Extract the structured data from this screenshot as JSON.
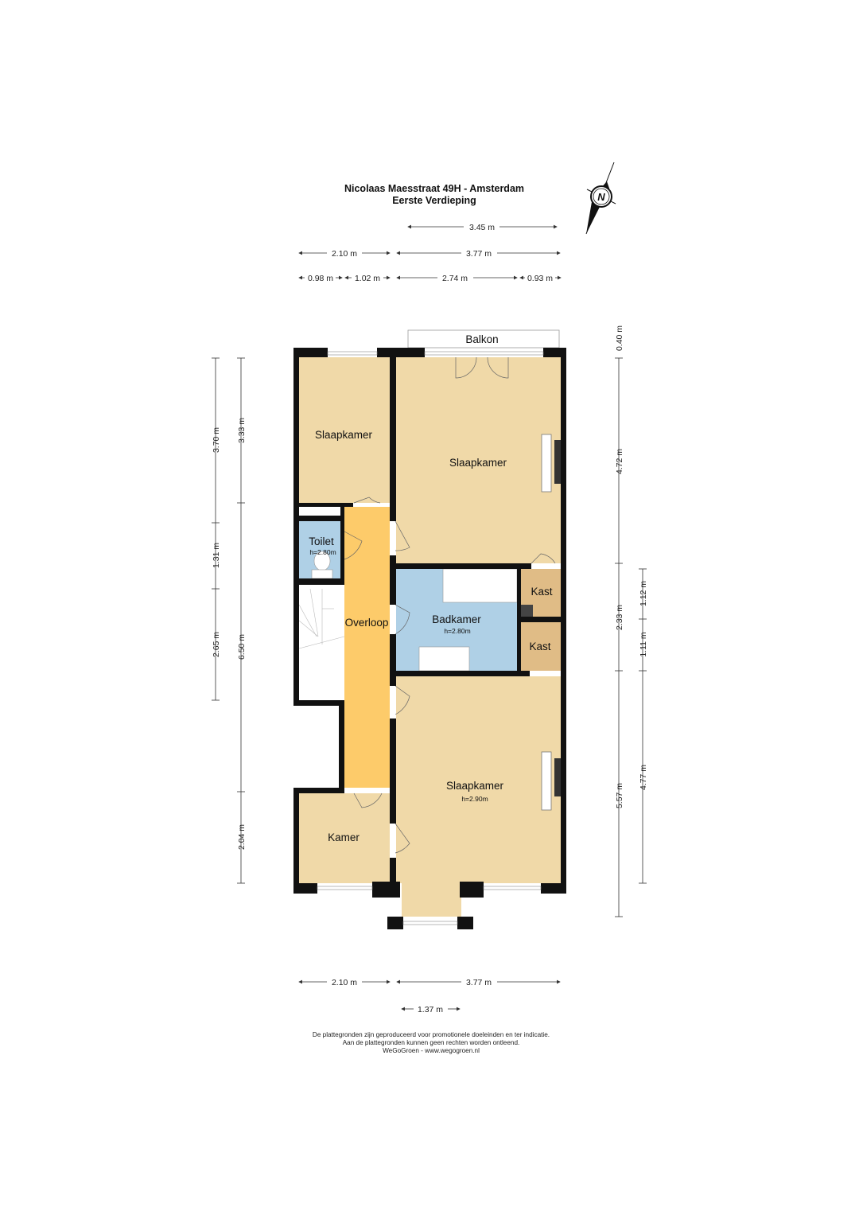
{
  "header": {
    "title": "Nicolaas Maesstraat 49H - Amsterdam",
    "subtitle": "Eerste Verdieping",
    "compass_letter": "N"
  },
  "dimensions": {
    "top": {
      "d1": "3.45 m",
      "d2a": "2.10 m",
      "d2b": "3.77 m",
      "d3a": "0.98 m",
      "d3b": "1.02 m",
      "d3c": "2.74 m",
      "d3d": "0.93 m"
    },
    "bottom": {
      "d1a": "2.10 m",
      "d1b": "3.77 m",
      "d2": "1.37 m"
    },
    "left_outer": [
      "3.70 m",
      "1.31 m",
      "2.65 m"
    ],
    "left_inner": [
      "3.33 m",
      "6.50 m",
      "2.04 m"
    ],
    "right_inner": [
      "0.40 m",
      "4.72 m",
      "2.33 m",
      "5.57 m"
    ],
    "right_outer": [
      "1.12 m",
      "1.11 m",
      "4.77 m"
    ]
  },
  "rooms": {
    "balkon": "Balkon",
    "slaapkamer_nw": "Slaapkamer",
    "slaapkamer_ne": "Slaapkamer",
    "toilet": "Toilet",
    "toilet_height": "h=2.80m",
    "overloop": "Overloop",
    "badkamer": "Badkamer",
    "badkamer_height": "h=2.80m",
    "kast1": "Kast",
    "kast2": "Kast",
    "slaapkamer_s": "Slaapkamer",
    "slaapkamer_s_height": "h=2.90m",
    "kamer": "Kamer"
  },
  "colors": {
    "bedroom": "#f0d9a8",
    "wet": "#afd0e6",
    "hall": "#fdcb6a",
    "kast": "#e0bc86"
  },
  "footer": {
    "line1": "De plattegronden zijn geproduceerd voor promotionele doeleinden en ter indicatie.",
    "line2": "Aan de plattegronden kunnen geen rechten worden ontleend.",
    "line3": "WeGoGroen -  www.wegogroen.nl"
  }
}
